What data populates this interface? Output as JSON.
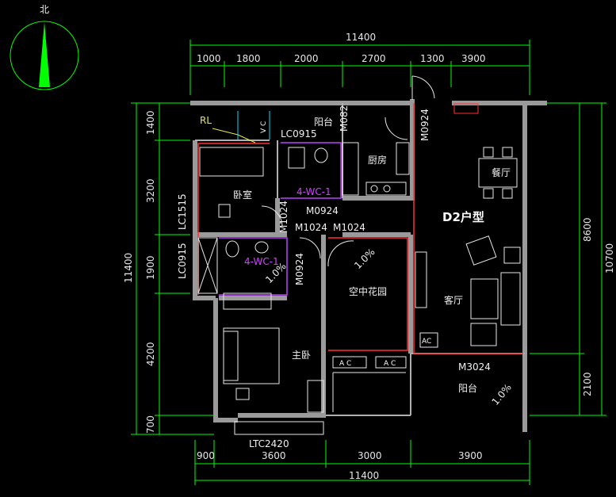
{
  "north_label": "北",
  "plan_title": "D2户型",
  "colors": {
    "dimension": "#00ff00",
    "wall": "#9a9a9a",
    "text": "#f0f0f0",
    "red_line": "#ff3030",
    "magenta": "#c040ff"
  },
  "top_dims": {
    "total": "11400",
    "segments": [
      "1000",
      "1800",
      "2000",
      "2700",
      "1300",
      "3900"
    ]
  },
  "bottom_dims": {
    "total": "11400",
    "segments": [
      "900",
      "3600",
      "3000",
      "3900"
    ]
  },
  "left_dims": {
    "total": "11400",
    "segments": [
      "1400",
      "3200",
      "1900",
      "4200",
      "700"
    ]
  },
  "right_dims": {
    "total": "10700",
    "segments": [
      "8600",
      "2100"
    ]
  },
  "rooms": {
    "bedroom": "卧室",
    "master_bedroom": "主卧",
    "kitchen": "厨房",
    "dining": "餐厅",
    "living": "客厅",
    "garden": "空中花园",
    "balcony_top": "阳台",
    "balcony_bottom": "阳台"
  },
  "labels": {
    "rl": "RL",
    "lc0915_top": "LC0915",
    "lc1515": "LC1515",
    "lc0915_left": "LC0915",
    "m082": "M082",
    "m0924_top": "M0924",
    "m0924_mid": "M0924",
    "m1024_left": "M1024",
    "m1024_right": "M1024",
    "m1024_vert": "M1024",
    "m0924_vert": "M0924",
    "m3024": "M3024",
    "ltc2420": "LTC2420",
    "wc_upper": "4-WC-1",
    "wc_lower": "4-WC-1",
    "slope_1": "1.0%",
    "slope_2": "1.0%",
    "slope_3": "1.0%",
    "ac_1": "A C",
    "ac_2": "A C",
    "ac_3": "AC",
    "vc": "V C"
  }
}
